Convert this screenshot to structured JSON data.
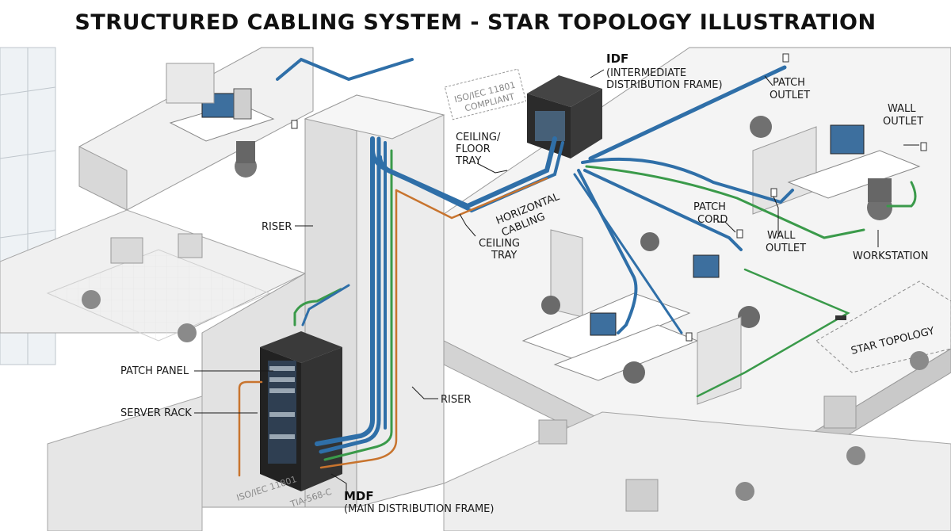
{
  "title": "STRUCTURED CABLING SYSTEM - STAR TOPOLOGY ILLUSTRATION",
  "colors": {
    "cable_blue": "#2f6fa8",
    "cable_green": "#3a9a4a",
    "cable_orange": "#c8742e",
    "rack": "#2a2a2a",
    "floor": "#e9e9e9",
    "wall": "#d6d6d6"
  },
  "labels": {
    "idf_abbr": "IDF",
    "idf_line1": "(INTERMEDIATE",
    "idf_line2": "DISTRIBUTION FRAME)",
    "iso_stamp_line1": "ISO/IEC 11801",
    "iso_stamp_line2": "COMPLIANT",
    "ceiling_floor_tray_line1": "CEILING/",
    "ceiling_floor_tray_line2": "FLOOR",
    "ceiling_floor_tray_line3": "TRAY",
    "horizontal_cabling_line1": "HORIZONTAL",
    "horizontal_cabling_line2": "CABLING",
    "ceiling_tray_line1": "CEILING",
    "ceiling_tray_line2": "TRAY",
    "riser_upper": "RISER",
    "riser_lower": "RISER",
    "patch_outlet_line1": "PATCH",
    "patch_outlet_line2": "OUTLET",
    "wall_outlet_upper_line1": "WALL",
    "wall_outlet_upper_line2": "OUTLET",
    "patch_cord_line1": "PATCH",
    "patch_cord_line2": "CORD",
    "wall_outlet_lower_line1": "WALL",
    "wall_outlet_lower_line2": "OUTLET",
    "workstation": "WORKSTATION",
    "star_topology": "STAR TOPOLOGY",
    "patch_panel": "PATCH PANEL",
    "server_rack": "SERVER RACK",
    "mdf_abbr": "MDF",
    "mdf_full": "(MAIN DISTRIBUTION FRAME)",
    "floor_stamp_iso": "ISO/IEC 11801",
    "floor_stamp_tia": "TIA-568-C"
  }
}
